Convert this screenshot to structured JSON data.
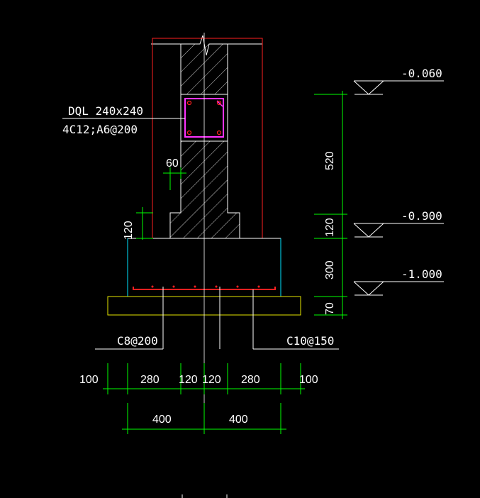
{
  "colors": {
    "background": "#000000",
    "outline": "#ffffff",
    "wall_boundary": "#ff2020",
    "dimension": "#00ff00",
    "footing_base": "#00e5ff",
    "bedding": "#e6e600",
    "stirrup": "#ff33ff",
    "rebar": "#ff2020",
    "text": "#ffffff"
  },
  "beam_label": {
    "name": "DQL 240x240",
    "reinforcement": "4C12;A6@200"
  },
  "rebar_labels": {
    "left": "C8@200",
    "right": "C10@150"
  },
  "elevations": [
    {
      "label": "-0.060"
    },
    {
      "label": "-0.900"
    },
    {
      "label": "-1.000"
    }
  ],
  "right_dims": [
    "520",
    "120",
    "300",
    "70"
  ],
  "left_dims": {
    "step_offset": "60",
    "step_height": "120"
  },
  "bottom_dims_row1": [
    "100",
    "280",
    "120",
    "120",
    "280",
    "100"
  ],
  "bottom_dims_row2": [
    "400",
    "400"
  ]
}
